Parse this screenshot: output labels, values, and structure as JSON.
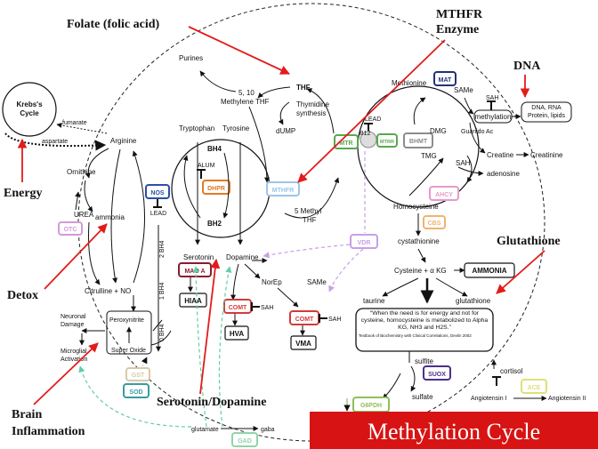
{
  "title_banner": "Methylation Cycle",
  "annotations": {
    "folate": "Folate (folic acid)",
    "mthfr_line1": "MTHFR",
    "mthfr_line2": "Enzyme",
    "dna": "DNA",
    "energy": "Energy",
    "detox": "Detox",
    "glutathione": "Glutathione",
    "serotonin_dopamine": "Serotonin/Dopamine",
    "brain_line1": "Brain",
    "brain_line2": "Inflammation"
  },
  "nodes": {
    "krebs_line1": "Krebs's",
    "krebs_line2": "Cycle",
    "fumarate": "fumarate",
    "aspartate": "aspartate",
    "arginine": "Arginine",
    "ornithine": "Ornithine",
    "urea": "UREA",
    "ammonia": "ammonia",
    "citrulline": "Citrulline + NO",
    "lead1": "LEAD",
    "bh4_2": "2 BH4",
    "bh4_1": "1 BH4",
    "bh4_0": "0 BH4",
    "purines": "Purines",
    "methylene_line1": "5, 10",
    "methylene_line2": "Methylene THF",
    "thf": "THF",
    "thymidine_line1": "Thymidine",
    "thymidine_line2": "synthesis",
    "dump": "dUMP",
    "tryptophan": "Tryptophan",
    "tyrosine": "Tyrosine",
    "bh4": "BH4",
    "alum": "ALUM",
    "bh2": "BH2",
    "methyl_thf_line1": "5 Methyl",
    "methyl_thf_line2": "THF",
    "methionine": "Methionine",
    "same1": "SAMe",
    "lead2": "LEAD",
    "b12": "B12",
    "dmg": "DMG",
    "tmg": "TMG",
    "homocysteine": "Homocysteine",
    "sah1": "SAH",
    "methylation": "methylation",
    "dna_box": "DNA, RNA Protein, lipids",
    "guanido": "Guanido Ac",
    "creatine": "Creatine",
    "creatinine": "Creatinine",
    "sah2": "SAH",
    "adenosine": "adenosine",
    "cystathionine": "cystathionine",
    "cysteine": "Cysteine + α KG",
    "ammonia_box": "AMMONIA",
    "taurine": "taurine",
    "glutathione_small": "glutathione",
    "quote": "“When the need is for energy and not for cysteine, homocysteine is metabolized to Alpha KG, NH3 and H2S.”",
    "quote_source": "Textbook of Biochemistry with Clinical Correlations, Devlin 2002",
    "sulfite": "sulfite",
    "sulfate": "sulfate",
    "cortisol": "cortisol",
    "angiotensin1": "Angiotensin I",
    "angiotensin2": "Angiotensin II",
    "serotonin": "Serotonin",
    "dopamine": "Dopamine",
    "norep": "NorEp",
    "same2": "SAMe",
    "sah3": "SAH",
    "sah4": "SAH",
    "hiaa": "HIAA",
    "hva": "HVA",
    "vma": "VMA",
    "neuronal_line1": "Neuronal",
    "neuronal_line2": "Damage",
    "peroxynitrite": "Peroxynitrite",
    "super_oxide": "Super Oxide",
    "microglial_line1": "Microglial",
    "microglial_line2": "Activation",
    "glutamate": "glutamate",
    "gaba": "gaba"
  },
  "enzymes": {
    "otc": "OTC",
    "nos": "NOS",
    "dhpr": "DHPR",
    "mthfr": "MTHFR",
    "mtr": "MTR",
    "mtrr": "MTRR",
    "bhmt": "BHMT",
    "mat": "MAT",
    "ahcy": "AHCY",
    "cbs": "CBS",
    "vdr": "VDR",
    "maoa": "MAO A",
    "comt1": "COMT",
    "comt2": "COMT",
    "suox": "SUOX",
    "g6pdh": "G6PDH",
    "ace": "ACE",
    "gst": "GST",
    "sod": "SOD",
    "gad": "GAD"
  },
  "colors": {
    "annotation_arrow": "#e31b1b",
    "banner_bg": "#d71313",
    "banner_text": "#ffffff",
    "otc": "#d39ad8",
    "nos": "#2b4ea8",
    "dhpr": "#e07b22",
    "mthfr": "#9cc5ea",
    "mtr": "#58a84f",
    "mtrr": "#58a84f",
    "bhmt": "#8c8c8c",
    "mat": "#23307a",
    "ahcy": "#e79ac8",
    "cbs": "#f1b36d",
    "vdr": "#c9a7e6",
    "maoa": "#8b1c2e",
    "comt": "#d33b3b",
    "suox": "#4c2f8c",
    "g6pdh": "#8dc05a",
    "ace": "#dfe07a",
    "gst": "#d8c9a6",
    "sod": "#3a9aa6",
    "gad": "#8fd4a9",
    "dashed_green": "#5fcfa0",
    "dashed_purple": "#c6a0e6"
  }
}
